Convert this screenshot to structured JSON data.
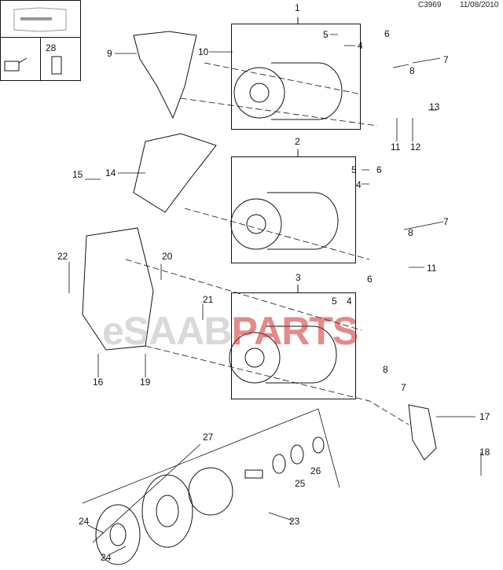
{
  "header": {
    "code": "C3969",
    "date": "11/08/2010"
  },
  "watermark": {
    "prefix": "eSAAB",
    "suffix": "PARTS"
  },
  "icons": [
    "service-manual-icon",
    "oil-can-icon",
    "refrigerant-bottle-icon"
  ],
  "callouts": [
    "1",
    "5",
    "4",
    "6",
    "7",
    "8",
    "9",
    "10",
    "13",
    "11",
    "12",
    "2",
    "5",
    "6",
    "4",
    "7",
    "8",
    "15",
    "14",
    "11",
    "22",
    "20",
    "3",
    "6",
    "5",
    "4",
    "21",
    "8",
    "7",
    "16",
    "19",
    "17",
    "27",
    "26",
    "25",
    "18",
    "23",
    "24",
    "24",
    "28"
  ]
}
